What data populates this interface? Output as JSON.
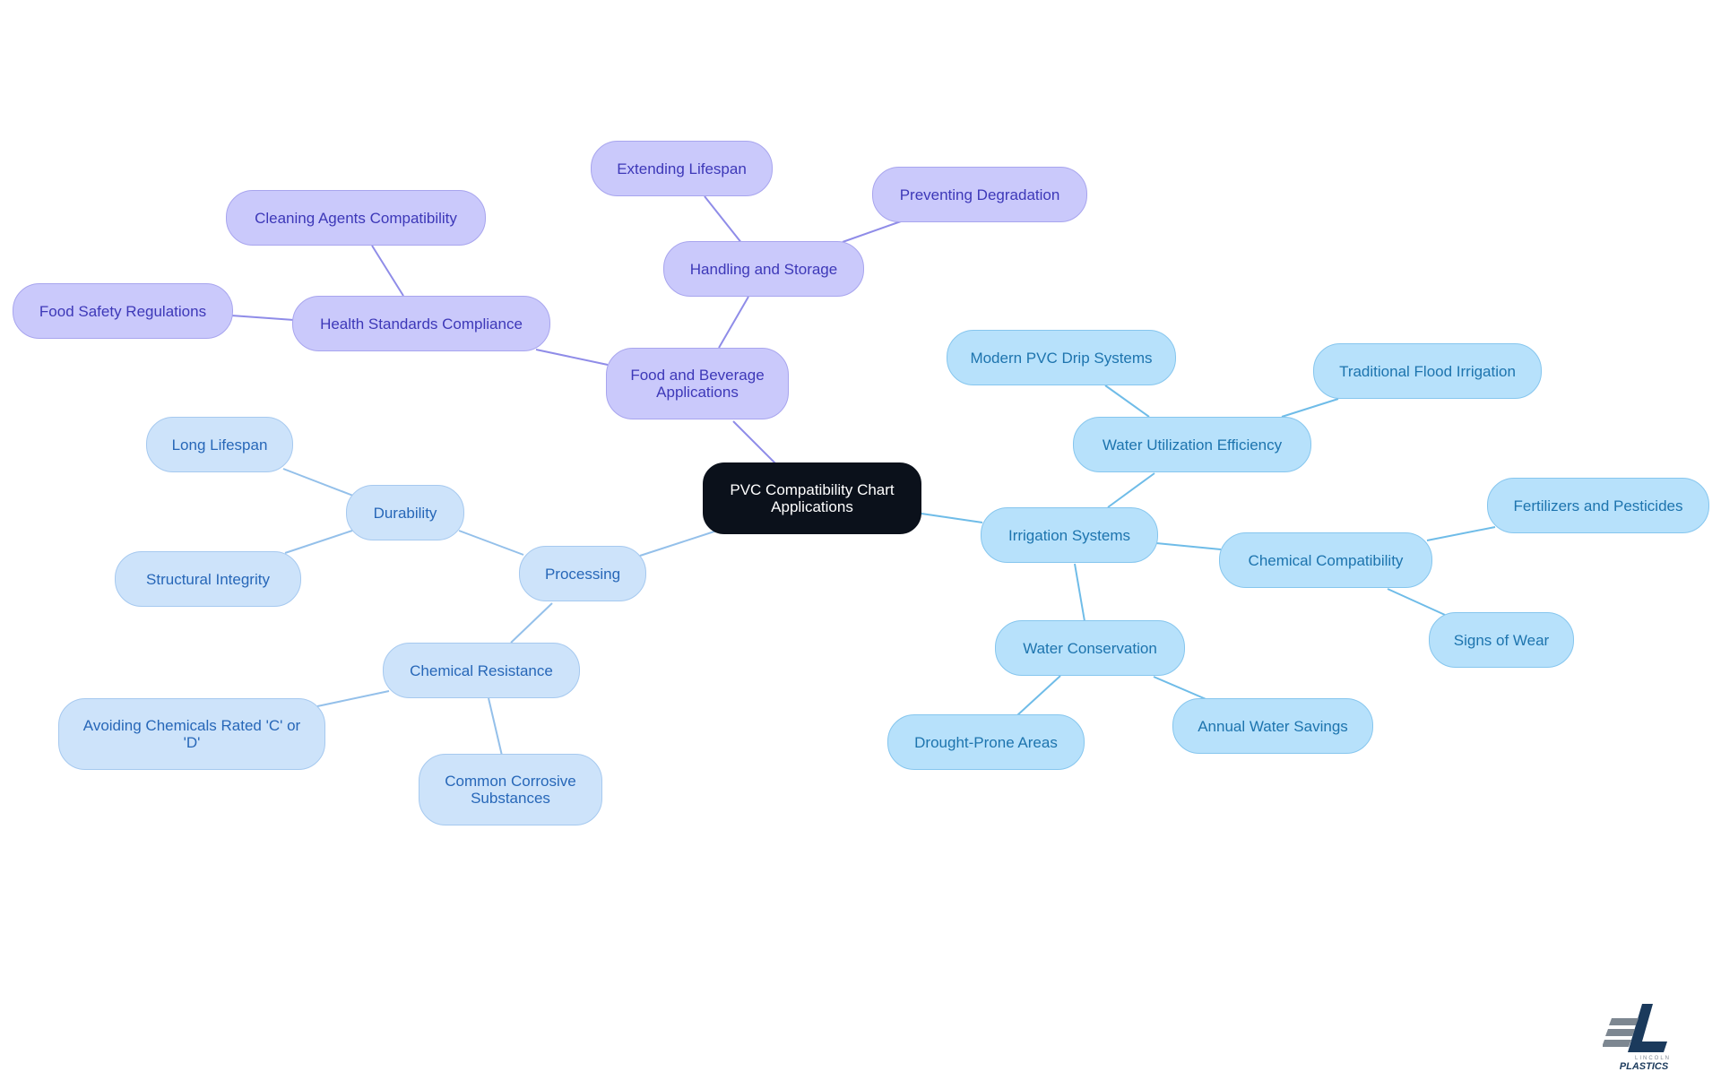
{
  "colors": {
    "root_fill": "#0b111b",
    "purple_fill": "#cac9fb",
    "purple_text": "#3d38b8",
    "purple_edge": "#8f8ce8",
    "lightblue_fill": "#cde3fa",
    "lightblue_text": "#2767b8",
    "lightblue_edge": "#94c0ea",
    "cyan_fill": "#b7e1fb",
    "cyan_text": "#1d74ae",
    "cyan_edge": "#6fbce8"
  },
  "root": {
    "label_line1": "PVC Compatibility Chart",
    "label_line2": "Applications"
  },
  "food_branch": {
    "main": {
      "line1": "Food and Beverage",
      "line2": "Applications"
    },
    "health": "Health Standards Compliance",
    "cleaning": "Cleaning Agents Compatibility",
    "food_safety": "Food Safety Regulations",
    "handling": "Handling and Storage",
    "extending": "Extending Lifespan",
    "preventing": "Preventing Degradation"
  },
  "processing_branch": {
    "main": "Processing",
    "durability": "Durability",
    "long_lifespan": "Long Lifespan",
    "structural": "Structural Integrity",
    "chem_resistance": "Chemical Resistance",
    "avoiding": {
      "line1": "Avoiding Chemicals Rated 'C' or",
      "line2": "'D'"
    },
    "corrosive": {
      "line1": "Common Corrosive",
      "line2": "Substances"
    }
  },
  "irrigation_branch": {
    "main": "Irrigation Systems",
    "water_util": "Water Utilization Efficiency",
    "drip": "Modern PVC Drip Systems",
    "flood": "Traditional Flood Irrigation",
    "chem_compat": "Chemical Compatibility",
    "fertilizers": "Fertilizers and Pesticides",
    "wear": "Signs of Wear",
    "conservation": "Water Conservation",
    "drought": "Drought-Prone Areas",
    "savings": "Annual Water Savings"
  },
  "logo": {
    "line1": "LINCOLN",
    "line2": "PLASTICS"
  }
}
